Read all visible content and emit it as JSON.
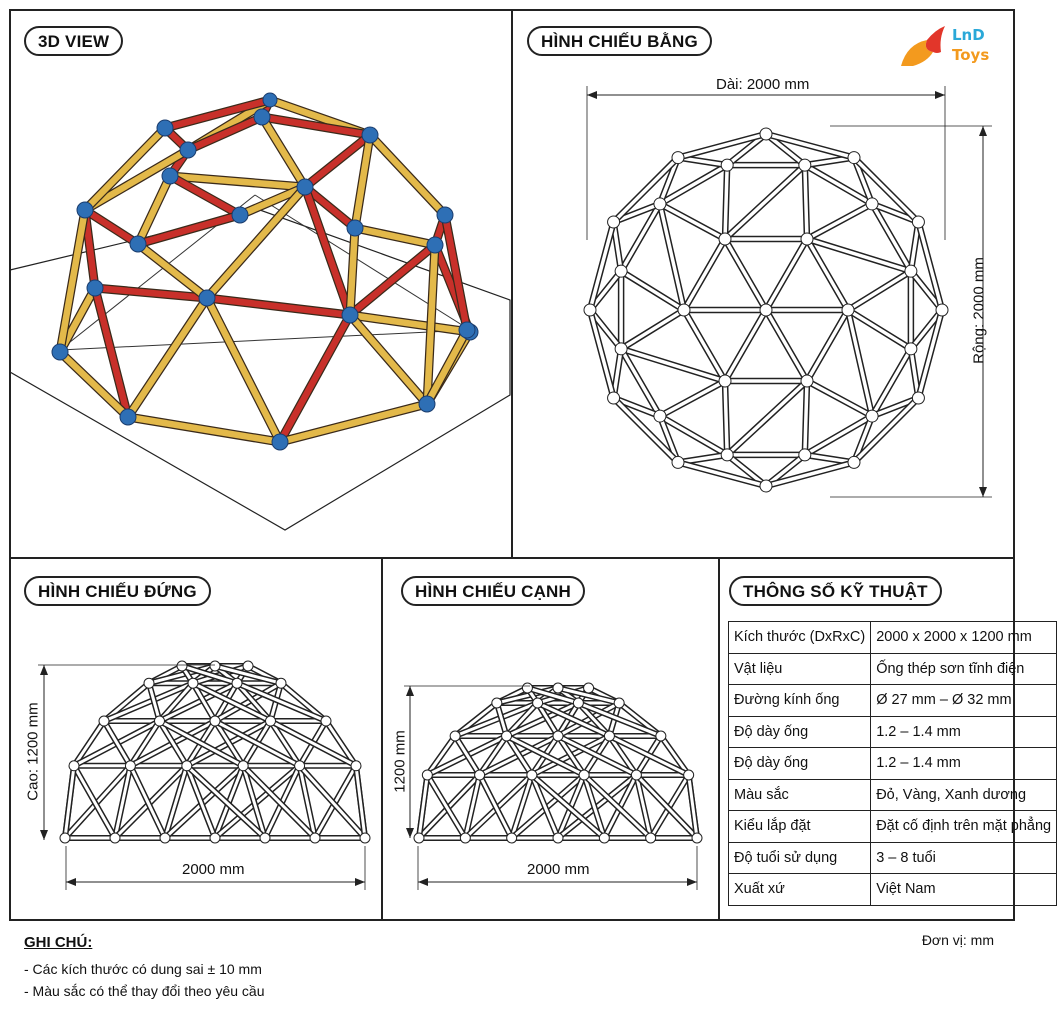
{
  "panels": {
    "view3d": "3D VIEW",
    "top": "HÌNH CHIẾU BẰNG",
    "front": "HÌNH CHIẾU ĐỨNG",
    "side": "HÌNH CHIẾU CẠNH",
    "specs": "THÔNG SỐ KỸ THUẬT"
  },
  "dimensions": {
    "top_length": "Dài: 2000 mm",
    "top_width": "Rộng: 2000 mm",
    "front_height": "Cao: 1200 mm",
    "front_width": "2000 mm",
    "side_height": "1200 mm",
    "side_width": "2000 mm"
  },
  "spec_rows": [
    {
      "label": "Kích thước (DxRxC)",
      "value": "2000 x 2000 x 1200 mm"
    },
    {
      "label": "Vật liệu",
      "value": "Ống thép sơn tĩnh điện"
    },
    {
      "label": "Đường kính ống",
      "value": "Ø 27 mm – Ø 32 mm"
    },
    {
      "label": "Độ dày ống",
      "value": "1.2 – 1.4 mm"
    },
    {
      "label": "Độ dày ống",
      "value": "1.2 – 1.4 mm"
    },
    {
      "label": "Màu sắc",
      "value": "Đỏ, Vàng, Xanh dương"
    },
    {
      "label": "Kiểu lắp đặt",
      "value": "Đặt cố định trên mặt phẳng"
    },
    {
      "label": "Độ tuổi sử dụng",
      "value": "3 – 8 tuổi"
    },
    {
      "label": "Xuất xứ",
      "value": "Việt Nam"
    }
  ],
  "notes": {
    "title": "GHI CHÚ:",
    "items": [
      "- Các kích thước có dung sai ± 10 mm",
      "- Màu sắc có thể thay đổi theo yêu cầu"
    ]
  },
  "unit": "Đơn vị: mm",
  "logo": {
    "line1": "LnD",
    "line2": "Toys"
  },
  "colors": {
    "frame_red": "#c8302a",
    "frame_yellow": "#e3b94a",
    "joint_blue": "#2e6fb5",
    "logo_orange": "#f39a1e",
    "logo_red": "#e2362a",
    "logo_blue": "#2aa8d8"
  }
}
